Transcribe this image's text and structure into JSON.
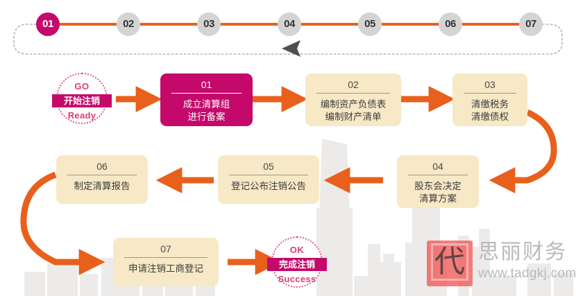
{
  "colors": {
    "accent_crimson": "#c4096b",
    "arrow_orange": "#e8601c",
    "box_cream": "#f7e8c6",
    "node_gray": "#d4d4d4",
    "badge_pink": "#e03b72",
    "skyline_gray": "#eceaea",
    "watermark_gray": "#b9b9b9",
    "seal_red": "#ee4b49"
  },
  "timeline": {
    "steps": [
      {
        "label": "01",
        "active": true
      },
      {
        "label": "02",
        "active": false
      },
      {
        "label": "03",
        "active": false
      },
      {
        "label": "04",
        "active": false
      },
      {
        "label": "05",
        "active": false
      },
      {
        "label": "06",
        "active": false
      },
      {
        "label": "07",
        "active": false
      }
    ]
  },
  "start_badge": {
    "top": "GO",
    "band": "开始注销",
    "bottom": "Ready"
  },
  "end_badge": {
    "top": "OK",
    "band": "完成注销",
    "bottom": "Success"
  },
  "steps": [
    {
      "num": "01",
      "line1": "成立清算组",
      "line2": "进行备案",
      "accent": true
    },
    {
      "num": "02",
      "line1": "编制资产负债表",
      "line2": "编制财产清单",
      "accent": false
    },
    {
      "num": "03",
      "line1": "清缴税务",
      "line2": "清缴债权",
      "accent": false
    },
    {
      "num": "04",
      "line1": "股东会决定",
      "line2": "清算方案",
      "accent": false
    },
    {
      "num": "05",
      "line1": "登记公布注销公告",
      "line2": "",
      "accent": false
    },
    {
      "num": "06",
      "line1": "制定清算报告",
      "line2": "",
      "accent": false
    },
    {
      "num": "07",
      "line1": "申请注销工商登记",
      "line2": "",
      "accent": false
    }
  ],
  "watermark": {
    "seal_char": "代",
    "brand": "思丽财务",
    "url": "www.tadgkj.com"
  }
}
